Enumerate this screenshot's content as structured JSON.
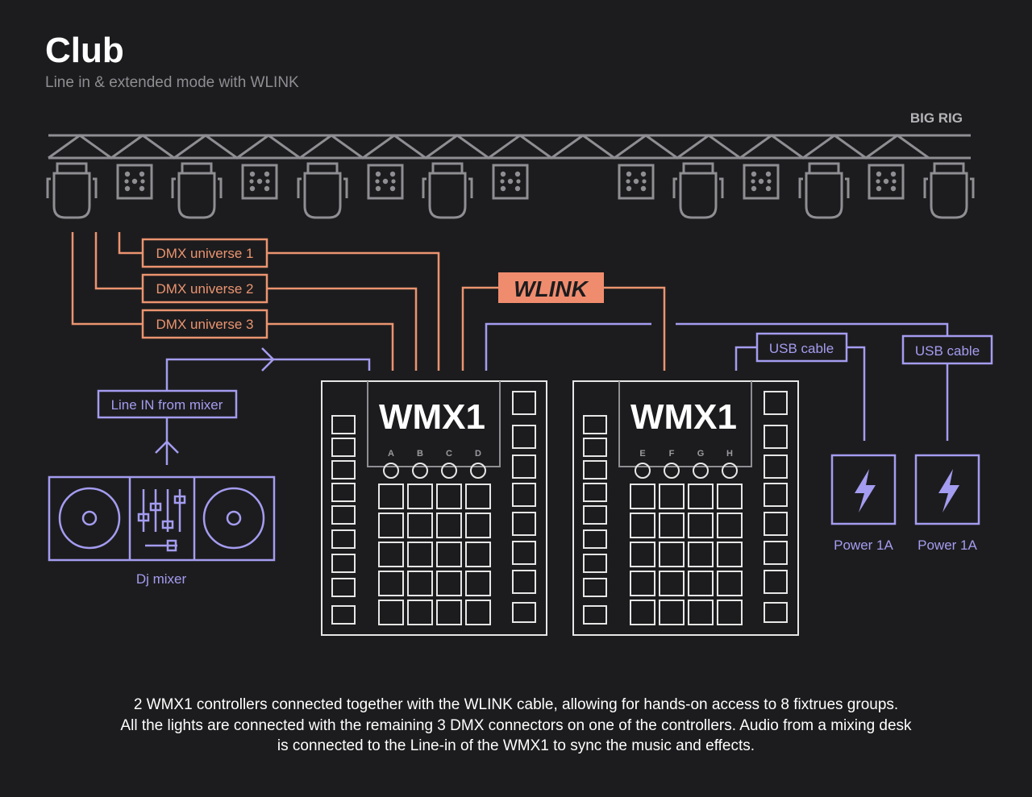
{
  "header": {
    "title": "Club",
    "subtitle": "Line in & extended mode with WLINK"
  },
  "rig": {
    "label": "BIG RIG",
    "fixtures": [
      "moving-head",
      "led-par",
      "moving-head",
      "led-par",
      "moving-head",
      "led-par",
      "moving-head",
      "led-par",
      "led-par",
      "moving-head",
      "led-par",
      "moving-head",
      "led-par",
      "moving-head"
    ]
  },
  "connections": {
    "dmx_1": "DMX universe 1",
    "dmx_2": "DMX universe 2",
    "dmx_3": "DMX universe 3",
    "wlink": "WLINK",
    "line_in": "Line IN from mixer",
    "usb_1": "USB cable",
    "usb_2": "USB cable"
  },
  "controllers": [
    {
      "name": "WMX1",
      "knobs": [
        "A",
        "B",
        "C",
        "D"
      ]
    },
    {
      "name": "WMX1",
      "knobs": [
        "E",
        "F",
        "G",
        "H"
      ]
    }
  ],
  "mixer": {
    "label": "Dj mixer"
  },
  "power": [
    {
      "label": "Power 1A"
    },
    {
      "label": "Power 1A"
    }
  ],
  "colors": {
    "background": "#1c1c1e",
    "dmx": "#eb9470",
    "wlink_badge": "#f08c6e",
    "usb_audio": "#a49cf0",
    "fixture": "#8e8e93",
    "controller": "#e6e6e6"
  },
  "caption": {
    "line1": "2 WMX1 controllers connected together with the WLINK cable, allowing for hands-on access to 8 fixtrues groups.",
    "line2": "All the lights are connected with the remaining 3 DMX connectors on one of the controllers. Audio from a mixing desk",
    "line3": "is connected to the Line-in of the WMX1 to sync the music and effects."
  }
}
